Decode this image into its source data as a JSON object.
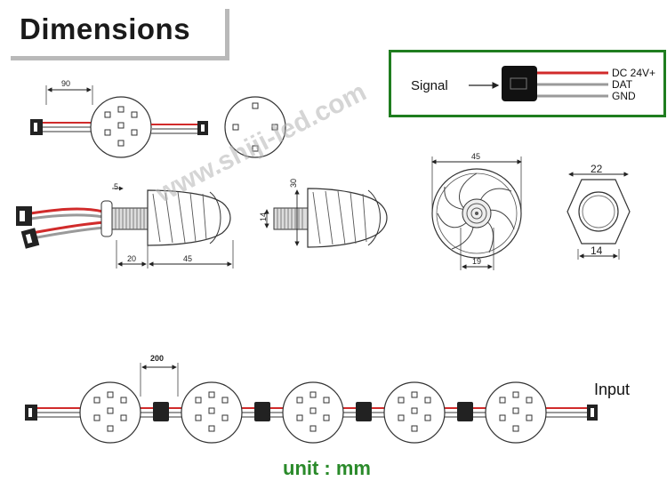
{
  "title": "Dimensions",
  "legend": {
    "signal_label": "Signal",
    "wires": [
      "DC 24V+",
      "DAT",
      "GND"
    ]
  },
  "dimensions": {
    "top_width": "90",
    "cap": "5",
    "thread_height": "14",
    "body_height": "30",
    "thread_length": "20",
    "body_length": "45",
    "front_diameter": "45",
    "center": "19",
    "hex_across": "22",
    "hex_inner": "14",
    "spacing": "200"
  },
  "watermark": "www.shiji-led.com",
  "input_label": "Input",
  "unit_label": "unit : mm",
  "colors": {
    "red_wire": "#d12b2b",
    "grey_wire": "#9a9a9a",
    "green": "#2a8a2a"
  }
}
